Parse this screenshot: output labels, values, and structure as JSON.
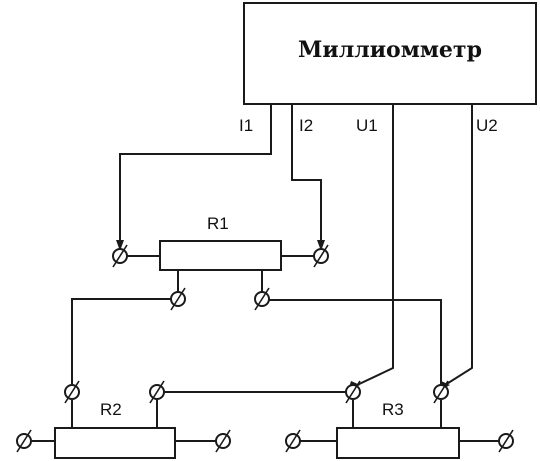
{
  "meter": {
    "title": "Миллиомметр"
  },
  "ports": {
    "i1": "I1",
    "i2": "I2",
    "u1": "U1",
    "u2": "U2"
  },
  "resistors": {
    "r1": "R1",
    "r2": "R2",
    "r3": "R3"
  }
}
